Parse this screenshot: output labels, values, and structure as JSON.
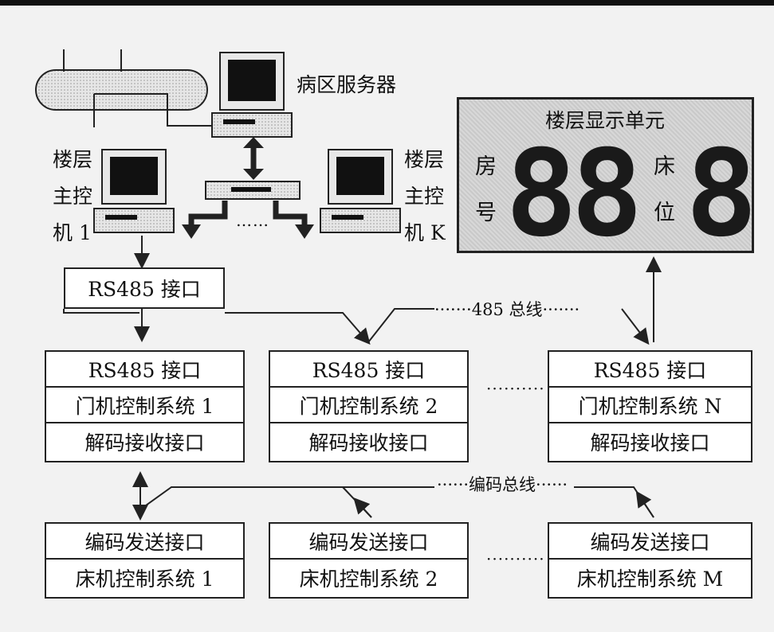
{
  "server_label": "病区服务器",
  "floor_host_left": [
    "楼层",
    "主控",
    "机 1"
  ],
  "floor_host_right": [
    "楼层",
    "主控",
    "机 K"
  ],
  "host_ellipsis": "……",
  "rs485_main_label": "RS485 接口",
  "bus485_label": "·······485 总线·······",
  "code_bus_label": "······编码总线······",
  "row_ellipsis": "··········",
  "door_systems": [
    {
      "rs485": "RS485 接口",
      "name": "门机控制系统 1",
      "decode": "解码接收接口"
    },
    {
      "rs485": "RS485 接口",
      "name": "门机控制系统 2",
      "decode": "解码接收接口"
    },
    {
      "rs485": "RS485 接口",
      "name": "门机控制系统 N",
      "decode": "解码接收接口"
    }
  ],
  "bed_systems": [
    {
      "encode": "编码发送接口",
      "name": "床机控制系统 1"
    },
    {
      "encode": "编码发送接口",
      "name": "床机控制系统 2"
    },
    {
      "encode": "编码发送接口",
      "name": "床机控制系统 M"
    }
  ],
  "display_unit": {
    "title": "楼层显示单元",
    "room_chars": [
      "房",
      "号"
    ],
    "bed_chars": [
      "床",
      "位"
    ],
    "room_digits": "88",
    "bed_digit": "8"
  },
  "colors": {
    "line": "#222222",
    "digit": "#1a1a1a",
    "screen": "#ffffff",
    "panel": "#f2f2f2"
  }
}
